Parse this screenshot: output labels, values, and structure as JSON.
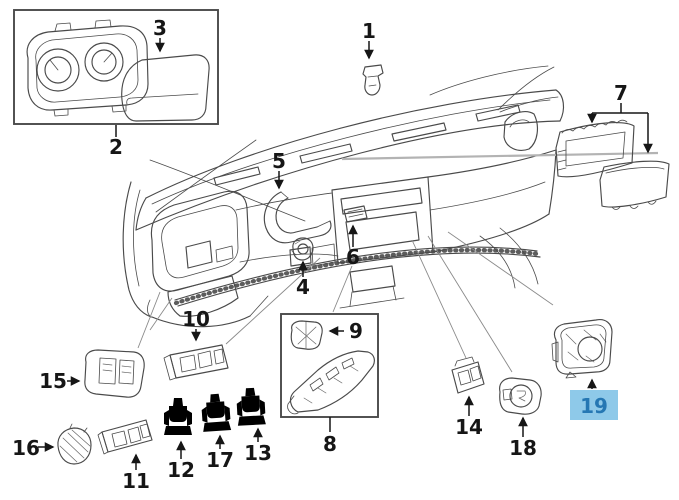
{
  "diagram": {
    "kind": "automotive-dashboard-exploded-parts-diagram",
    "selected_part": "19",
    "part_count": 19
  },
  "colors": {
    "background": "#ffffff",
    "line": "#4a4a4a",
    "label": "#161616",
    "leader": "#8a8a8a",
    "gray_leader": "#b3b3b3",
    "highlight_bg": "#8ec9e9",
    "highlight_text": "#2577b3"
  },
  "parts": [
    {
      "number": "1"
    },
    {
      "number": "2"
    },
    {
      "number": "3"
    },
    {
      "number": "4"
    },
    {
      "number": "5"
    },
    {
      "number": "6"
    },
    {
      "number": "7"
    },
    {
      "number": "8"
    },
    {
      "number": "9"
    },
    {
      "number": "10"
    },
    {
      "number": "11"
    },
    {
      "number": "12"
    },
    {
      "number": "13"
    },
    {
      "number": "14"
    },
    {
      "number": "15"
    },
    {
      "number": "16"
    },
    {
      "number": "17"
    },
    {
      "number": "18"
    },
    {
      "number": "19",
      "highlighted": true
    }
  ]
}
